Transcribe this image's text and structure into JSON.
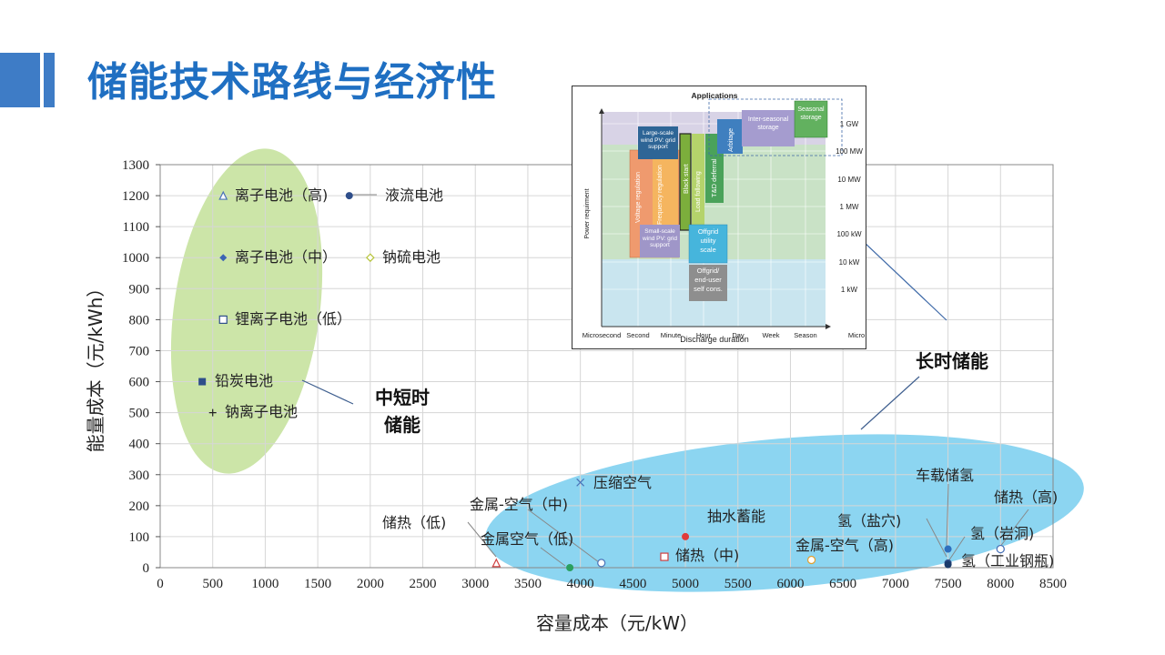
{
  "page": {
    "title": "储能技术路线与经济性"
  },
  "chart_data": {
    "type": "scatter",
    "xlabel": "容量成本（元/kW）",
    "ylabel": "能量成本（元/kWh）",
    "xlim": [
      0,
      8500
    ],
    "ylim": [
      0,
      1300
    ],
    "xticks": [
      0,
      500,
      1000,
      1500,
      2000,
      2500,
      3000,
      3500,
      4000,
      4500,
      5000,
      5500,
      6000,
      6500,
      7000,
      7500,
      8000,
      8500
    ],
    "yticks": [
      0,
      100,
      200,
      300,
      400,
      500,
      600,
      700,
      800,
      900,
      1000,
      1100,
      1200,
      1300
    ],
    "points": [
      {
        "name": "离子电池（高)",
        "x": 600,
        "y": 1200,
        "marker": "triangle-open",
        "color": "#4a73b8"
      },
      {
        "name": "液流电池",
        "x": 1800,
        "y": 1200,
        "marker": "circle",
        "color": "#2e4e8a"
      },
      {
        "name": "离子电池（中）",
        "x": 600,
        "y": 1000,
        "marker": "diamond",
        "color": "#3c64b4"
      },
      {
        "name": "钠硫电池",
        "x": 2000,
        "y": 1000,
        "marker": "diamond-open",
        "color": "#b6c43a"
      },
      {
        "name": "锂离子电池（低）",
        "x": 600,
        "y": 800,
        "marker": "square-open",
        "color": "#2e4e8a"
      },
      {
        "name": "铅炭电池",
        "x": 400,
        "y": 600,
        "marker": "square",
        "color": "#2e4e8a"
      },
      {
        "name": "钠离子电池",
        "x": 500,
        "y": 500,
        "marker": "plus",
        "color": "#222222"
      },
      {
        "name": "压缩空气",
        "x": 4000,
        "y": 275,
        "marker": "x",
        "color": "#4a73b8"
      },
      {
        "name": "抽水蓄能",
        "x": 5000,
        "y": 100,
        "marker": "circle",
        "color": "#e03a3a"
      },
      {
        "name": "金属-空气（中)",
        "x": 4200,
        "y": 15,
        "marker": "circle-open",
        "color": "#4a73b8"
      },
      {
        "name": "储热（低)",
        "x": 3200,
        "y": 15,
        "marker": "triangle-open",
        "color": "#d04040"
      },
      {
        "name": "金属空气（低)",
        "x": 3900,
        "y": 0,
        "marker": "circle",
        "color": "#2aa060"
      },
      {
        "name": "储热（中)",
        "x": 4800,
        "y": 35,
        "marker": "square-open",
        "color": "#d04040"
      },
      {
        "name": "金属-空气（高)",
        "x": 6200,
        "y": 25,
        "marker": "circle-open",
        "color": "#e0a030"
      },
      {
        "name": "车载储氢",
        "x": 7500,
        "y": 60,
        "marker": "circle",
        "color": "#2e6fbe"
      },
      {
        "name": "氢（盐穴)",
        "x": 7500,
        "y": 15,
        "marker": "circle",
        "color": "#2e4e8a"
      },
      {
        "name": "氢（工业钢瓶)",
        "x": 7500,
        "y": 10,
        "marker": "circle",
        "color": "#1a3a6a"
      },
      {
        "name": "氢（岩洞)",
        "x": 8000,
        "y": 60,
        "marker": "circle-open",
        "color": "#4a73b8"
      },
      {
        "name": "储热（高)",
        "x": 8000,
        "y": 60,
        "marker": "circle-open",
        "color": "#4a73b8"
      }
    ],
    "groups": [
      {
        "name": "中短时储能",
        "line1": "中短时",
        "line2": "储能",
        "color": "#c6e29f"
      },
      {
        "name": "长时储能",
        "color": "#6ccbef"
      }
    ],
    "inset": {
      "title": "Applications",
      "xlabel": "Discharge duration",
      "ylabel": "Power requirment",
      "xticks": [
        "Microsecond",
        "Second",
        "Minute",
        "Hour",
        "Day",
        "Week",
        "Season",
        "Micro"
      ],
      "yticks": [
        "1 GW",
        "100 MW",
        "10 MW",
        "1 MW",
        "100 kW",
        "10 kW",
        "1 kW"
      ],
      "boxes": [
        {
          "label": "Large-scale wind PV: grid support",
          "color": "#2e6596"
        },
        {
          "label": "Voltage regulation",
          "color": "#ef9a6e"
        },
        {
          "label": "Frequency regulation",
          "color": "#f5b55f"
        },
        {
          "label": "Black start",
          "color": "#7cae3c"
        },
        {
          "label": "Load following",
          "color": "#b4d36b"
        },
        {
          "label": "T&D deferral",
          "color": "#4aa25a"
        },
        {
          "label": "Arbitage",
          "color": "#3f7fbf"
        },
        {
          "label": "Inter-seasonal storage",
          "color": "#a59ccf"
        },
        {
          "label": "Seasonal storage",
          "color": "#62b15f"
        },
        {
          "label": "Small-scale wind PV: grid support",
          "color": "#9f96c8"
        },
        {
          "label": "Offgrid utility scale",
          "color": "#46b5dc"
        },
        {
          "label": "Offgrid/ end-user self cons.",
          "color": "#8e8e8e"
        }
      ]
    }
  }
}
